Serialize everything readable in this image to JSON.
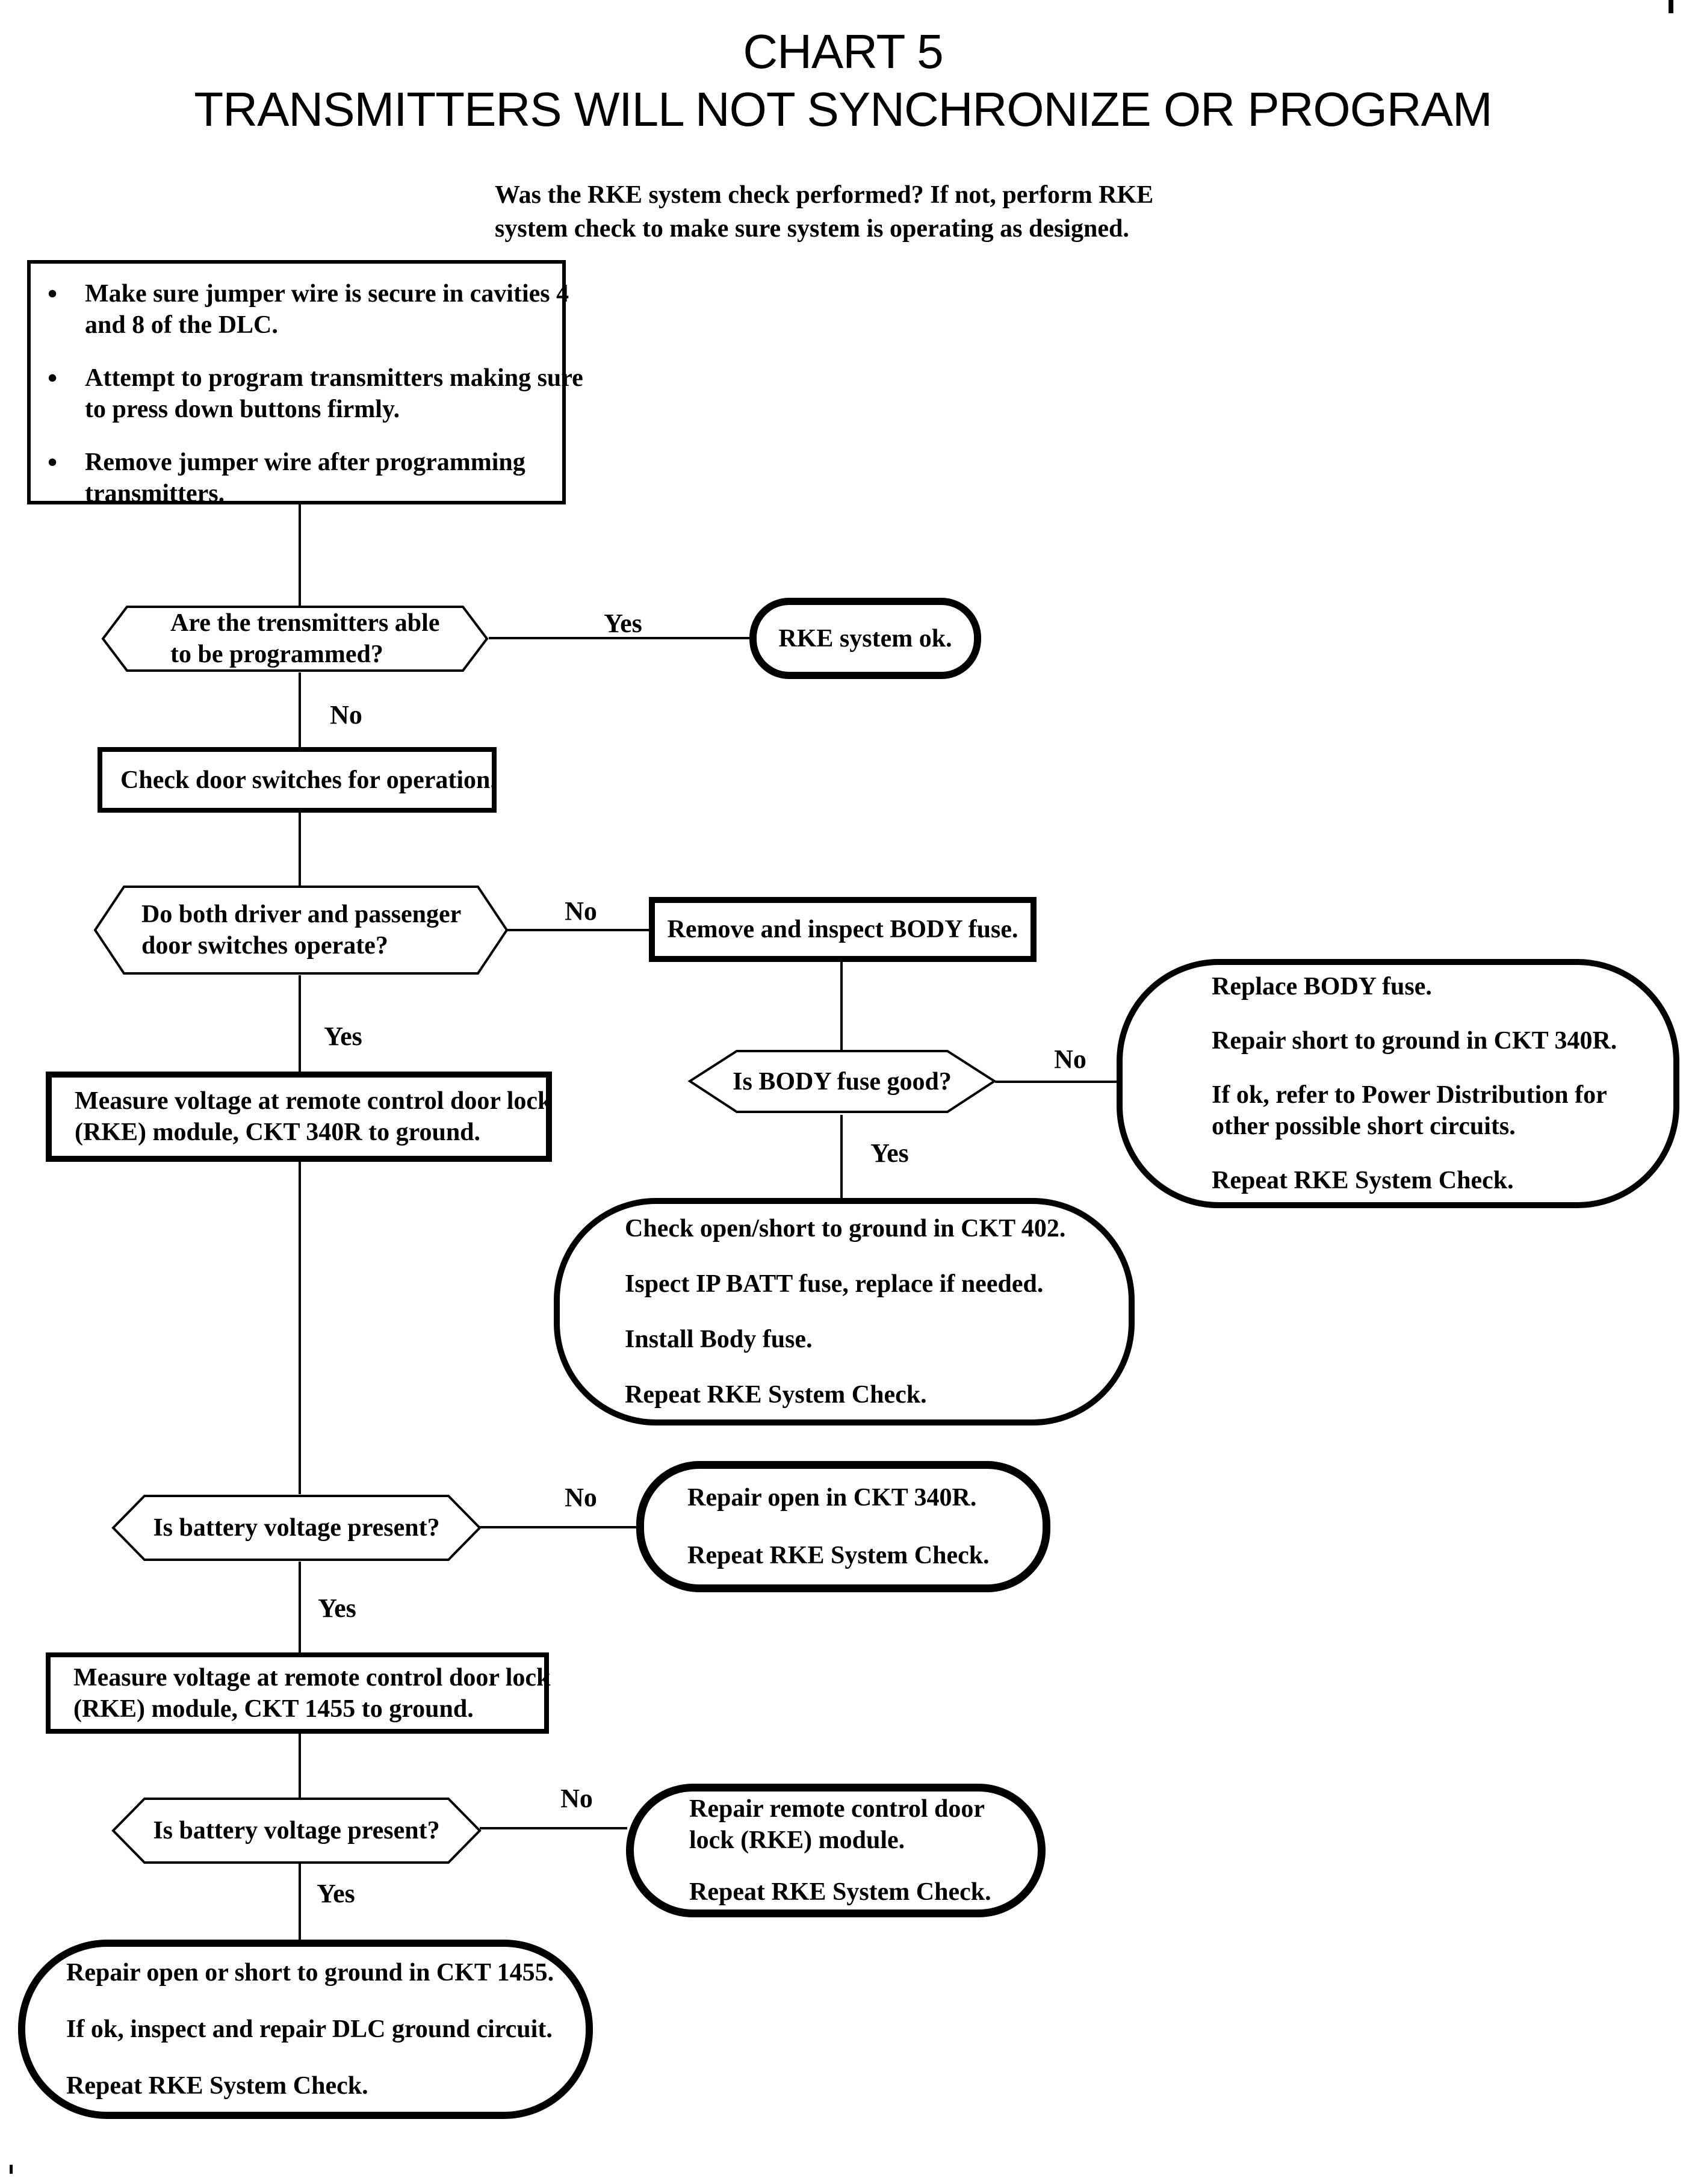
{
  "page": {
    "title_line1": "CHART 5",
    "title_line2": "TRANSMITTERS WILL NOT SYNCHRONIZE OR PROGRAM",
    "intro_line1": "Was the RKE system check performed? If not, perform RKE",
    "intro_line2": "system check to make sure system is operating as designed."
  },
  "bullets": {
    "glyph": "•",
    "items": [
      {
        "l1": "Make sure jumper wire is secure in cavities 4",
        "l2": "and 8 of the DLC."
      },
      {
        "l1": "Attempt to program transmitters making sure",
        "l2": "to press down buttons firmly."
      },
      {
        "l1": "Remove jumper wire after programming",
        "l2": "transmitters."
      }
    ]
  },
  "nodes": {
    "hex_programmed": {
      "l1": "Are the trensmitters able",
      "l2": "to be programmed?"
    },
    "rke_ok": "RKE system ok.",
    "check_door": "Check door switches for operation.",
    "hex_door": {
      "l1": "Do both driver and passenger",
      "l2": "door switches operate?"
    },
    "remove_body_fuse": "Remove and inspect BODY fuse.",
    "measure_340r": {
      "l1": "Measure voltage at remote control door lock",
      "l2": "(RKE) module, CKT 340R to ground."
    },
    "hex_body_fuse": "Is BODY fuse good?",
    "replace_body": {
      "p1": "Replace BODY fuse.",
      "p2": "Repair short to ground in CKT 340R.",
      "p3a": "If ok, refer to Power Distribution for",
      "p3b": "other possible short circuits.",
      "p4": "Repeat RKE System Check."
    },
    "ckt402": {
      "p1": "Check open/short to ground in CKT 402.",
      "p2": "Ispect IP BATT fuse, replace if needed.",
      "p3": "Install Body fuse.",
      "p4": "Repeat RKE System Check."
    },
    "hex_batt1": "Is battery voltage present?",
    "repair_340r": {
      "p1": "Repair open in CKT 340R.",
      "p2": "Repeat RKE System Check."
    },
    "measure_1455": {
      "l1": "Measure voltage at remote control door lock",
      "l2": "(RKE) module, CKT 1455 to ground."
    },
    "hex_batt2": "Is battery voltage present?",
    "repair_rke": {
      "p1a": "Repair remote control door",
      "p1b": "lock (RKE) module.",
      "p2": "Repeat RKE System Check."
    },
    "final": {
      "p1": "Repair open or short to ground in CKT 1455.",
      "p2": "If ok, inspect and repair DLC ground circuit.",
      "p3": "Repeat RKE System Check."
    }
  },
  "labels": {
    "yes": "Yes",
    "no": "No"
  },
  "colors": {
    "ink": "#000000",
    "paper": "#ffffff"
  }
}
